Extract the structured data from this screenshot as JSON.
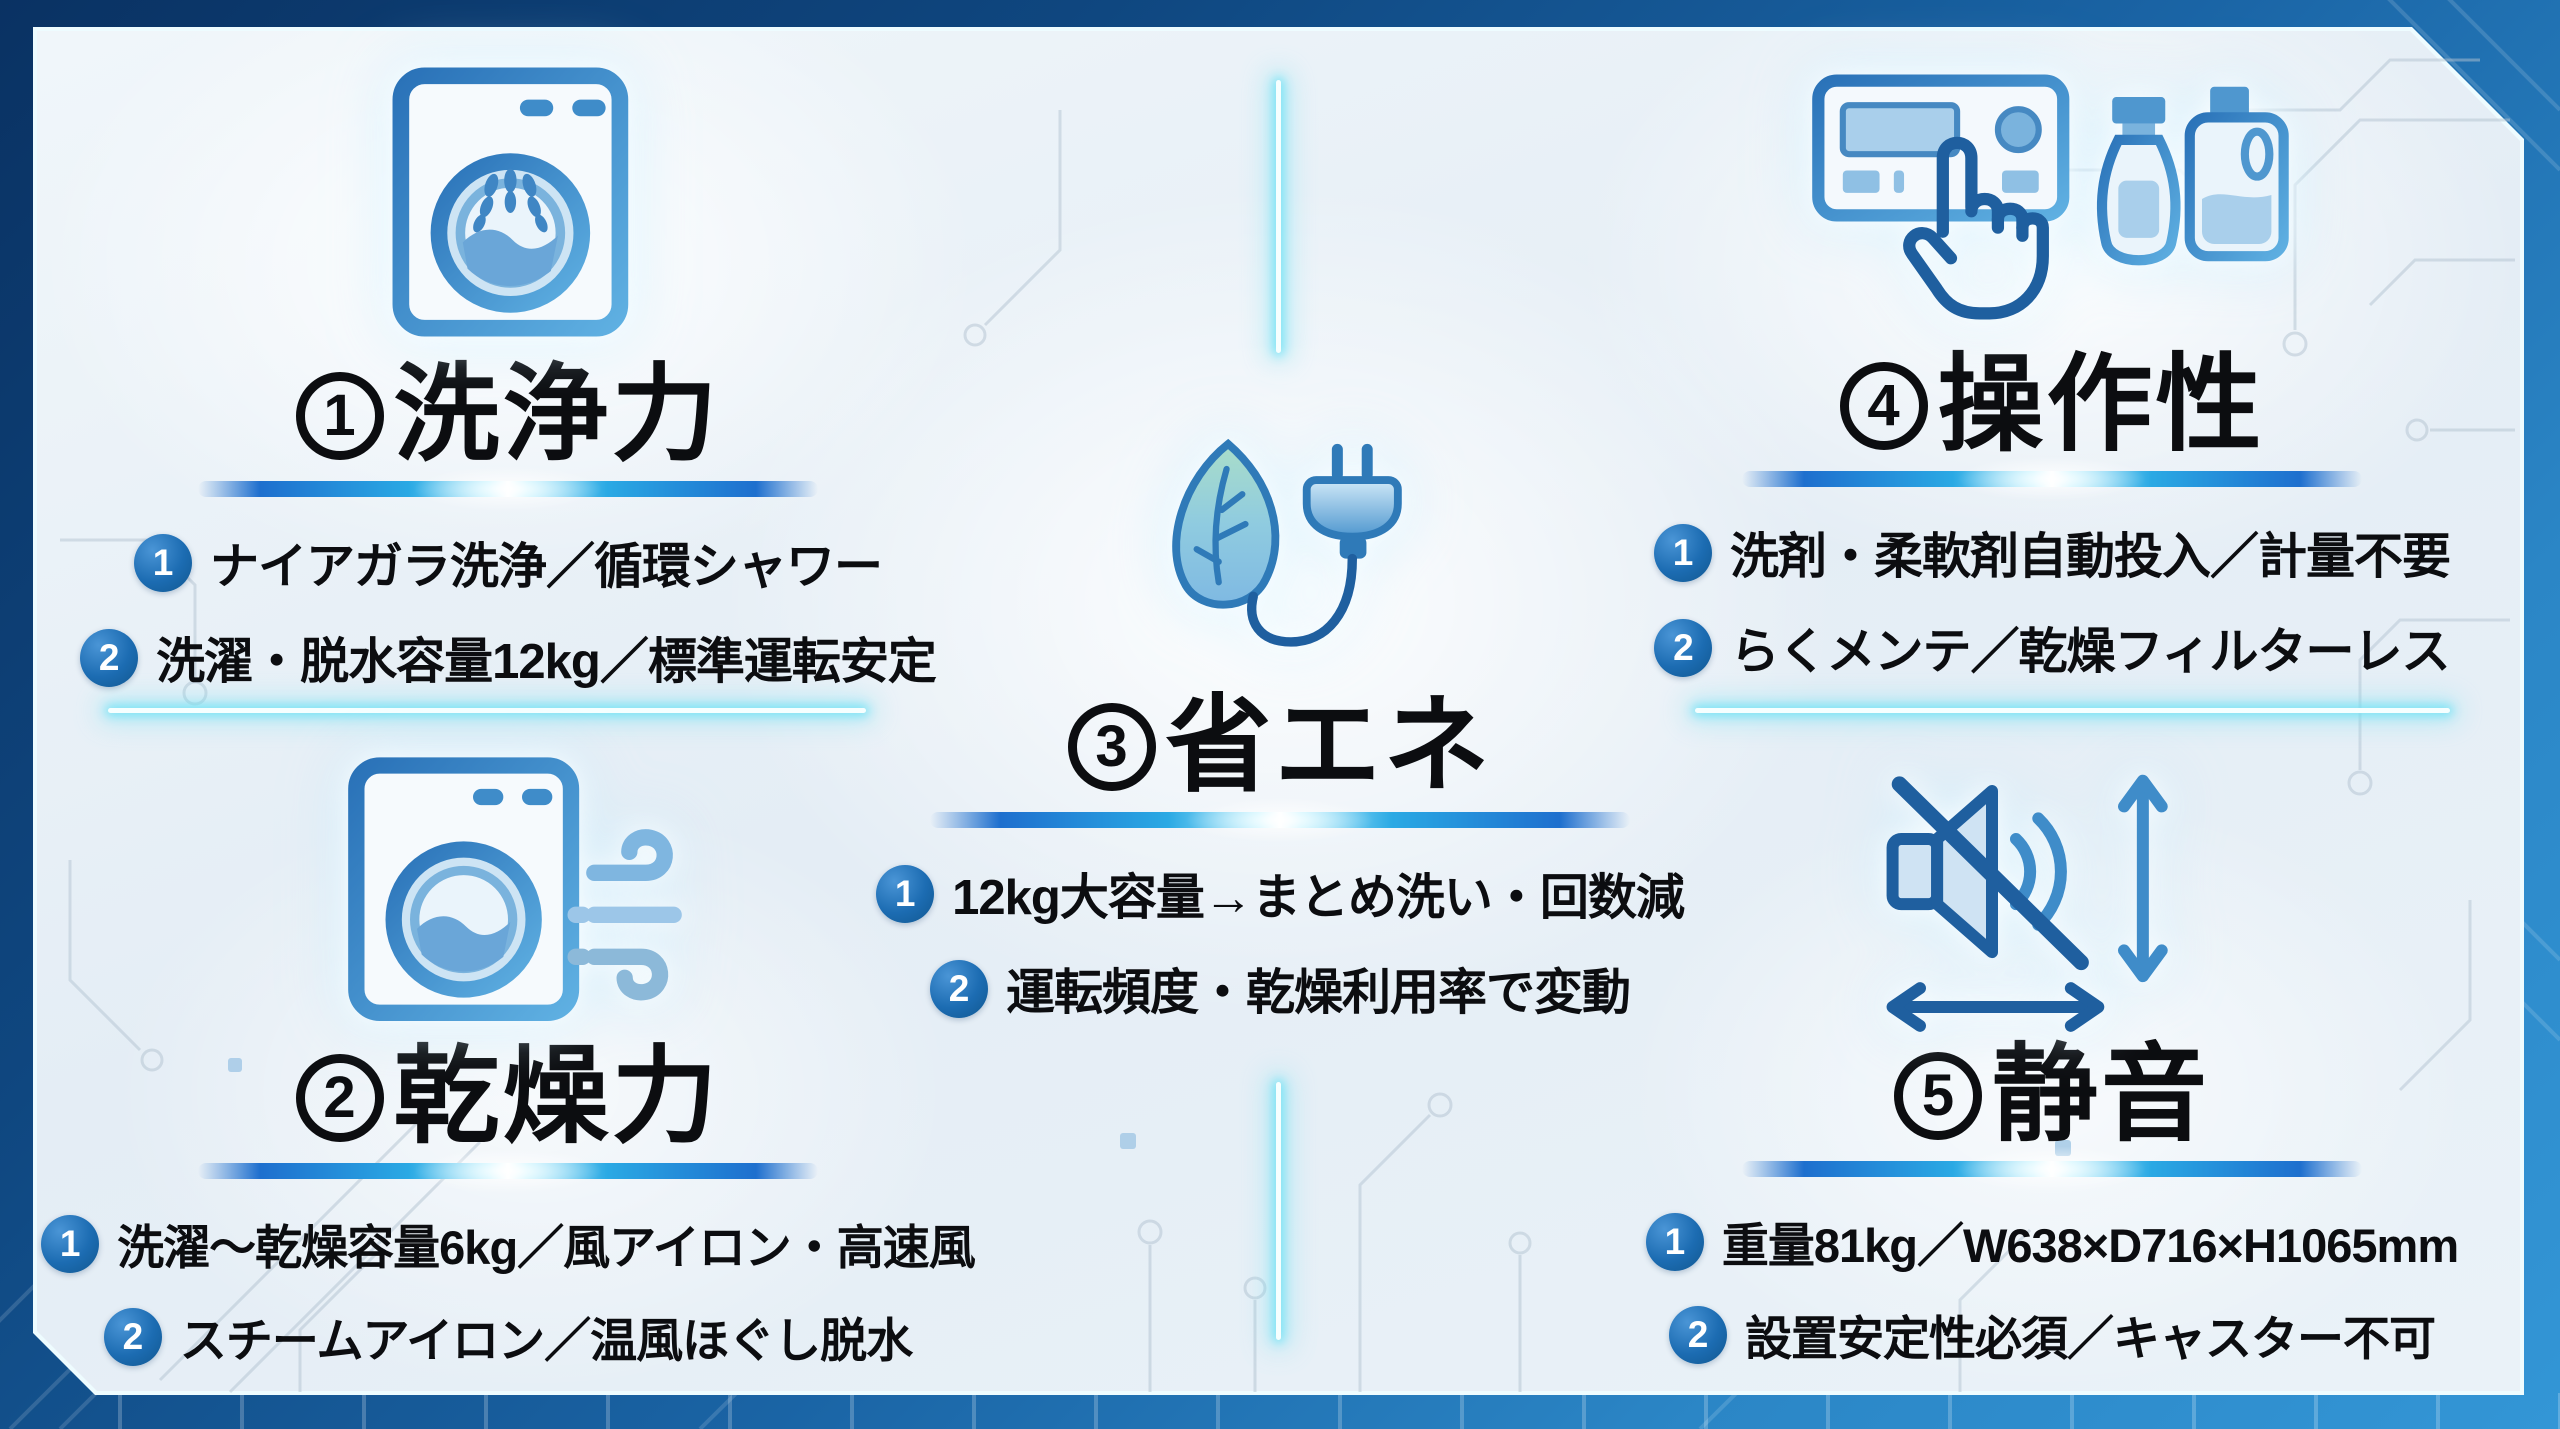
{
  "palette": {
    "frame_gradient_start": "#0a3263",
    "frame_gradient_end": "#3396d6",
    "panel_background": "#e8f0f7",
    "neon_glow": "#70e2f5",
    "badge_blue": "#1c6cb2",
    "title_color": "#0c0d10",
    "icon_stroke_dark": "#1f5f9f",
    "icon_stroke_light": "#5fb0e2",
    "icon_fill_light": "#cde4f4"
  },
  "sections": [
    {
      "id": "washing-power",
      "number": "1",
      "title": "洗浄力",
      "icon": "washing-machine-icon",
      "items": [
        {
          "num": "1",
          "text": "ナイアガラ洗浄／循環シャワー"
        },
        {
          "num": "2",
          "text": "洗濯・脱水容量12kg／標準運転安定"
        }
      ]
    },
    {
      "id": "drying-power",
      "number": "2",
      "title": "乾燥力",
      "icon": "dryer-icon",
      "items": [
        {
          "num": "1",
          "text": "洗濯〜乾燥容量6kg／風アイロン・高速風"
        },
        {
          "num": "2",
          "text": "スチームアイロン／温風ほぐし脱水"
        }
      ]
    },
    {
      "id": "energy-saving",
      "number": "3",
      "title": "省エネ",
      "icon": "leaf-plug-icon",
      "items": [
        {
          "num": "1",
          "text": "12kg大容量→まとめ洗い・回数減"
        },
        {
          "num": "2",
          "text": "運転頻度・乾燥利用率で変動"
        }
      ]
    },
    {
      "id": "usability",
      "number": "4",
      "title": "操作性",
      "icon": "control-panel-icon",
      "items": [
        {
          "num": "1",
          "text": "洗剤・柔軟剤自動投入／計量不要"
        },
        {
          "num": "2",
          "text": "らくメンテ／乾燥フィルターレス"
        }
      ]
    },
    {
      "id": "quietness",
      "number": "5",
      "title": "静音",
      "icon": "mute-speaker-icon",
      "items": [
        {
          "num": "1",
          "text": "重量81kg／W638×D716×H1065mm"
        },
        {
          "num": "2",
          "text": "設置安定性必須／キャスター不可"
        }
      ]
    }
  ]
}
